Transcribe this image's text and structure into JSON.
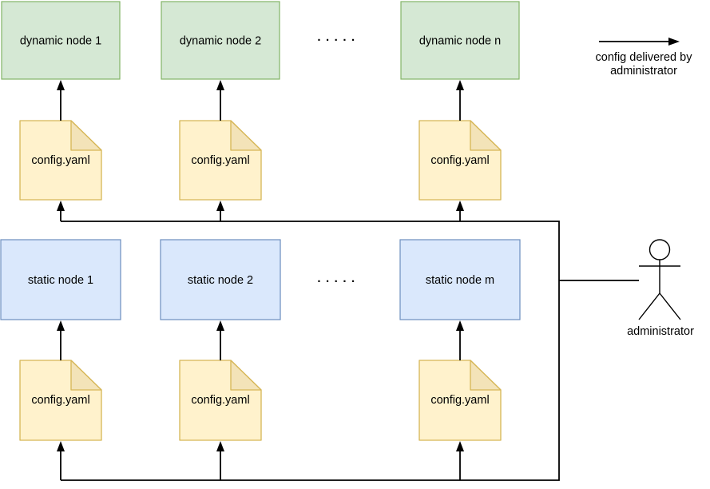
{
  "colors": {
    "background": "#ffffff",
    "text_color": "#000000",
    "line_color": "#000000",
    "green_fill": "#d5e8d4",
    "green_stroke": "#82b366",
    "blue_fill": "#dae8fc",
    "blue_stroke": "#6c8ebf",
    "doc_fill": "#fff2cc",
    "doc_stroke": "#d6b656",
    "doc_fold_fill": "#f3e3b8"
  },
  "dynamic_row": {
    "nodes": [
      {
        "label": "dynamic node 1"
      },
      {
        "label": "dynamic node 2"
      },
      {
        "label": "dynamic node n"
      }
    ],
    "ellipsis": "....."
  },
  "static_row": {
    "nodes": [
      {
        "label": "static node 1"
      },
      {
        "label": "static node 2"
      },
      {
        "label": "static node m"
      }
    ],
    "ellipsis": "....."
  },
  "config_doc": {
    "label": "config.yaml"
  },
  "legend": {
    "line1": "config delivered by",
    "line2": "administrator"
  },
  "actor": {
    "label": "administrator"
  }
}
